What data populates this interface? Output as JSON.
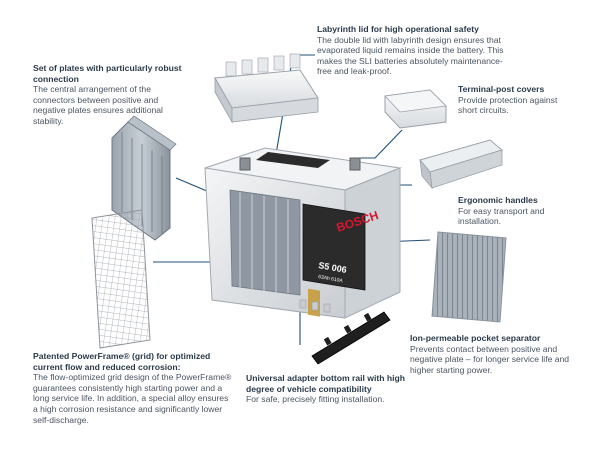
{
  "callouts": {
    "labyrinth": {
      "title": "Labyrinth lid for high operational safety",
      "body": "The double lid with labyrinth design ensures that evaporated liquid remains inside the battery. This makes the SLI batteries absolutely maintenance-free and leak-proof."
    },
    "plates": {
      "title": "Set of plates with particularly robust connection",
      "body": "The central arrangement of the connectors between positive and negative plates ensures additional stability."
    },
    "terminal": {
      "title": "Terminal-post covers",
      "body": "Provide protection against short circuits."
    },
    "handles": {
      "title": "Ergonomic handles",
      "body": "For easy transport and installation."
    },
    "separator": {
      "title": "Ion-permeable pocket separator",
      "body": "Prevents contact between positive and negative plate – for longer service life and higher starting power."
    },
    "powerframe": {
      "title": "Patented PowerFrame® (grid) for optimized current flow and reduced corrosion:",
      "body": "The flow-optimized grid design of the PowerFrame® guarantees consistently high starting power and a long service life. In addition, a special alloy ensures a high corrosion resistance and significantly lower self-discharge."
    },
    "railing": {
      "title": "Universal adapter bottom rail with high degree of vehicle compatibility",
      "body": "For safe, precisely fitting installation."
    }
  },
  "battery": {
    "brand": "BOSCH",
    "model": "S5 006",
    "spec": "63Ah 610A"
  },
  "colors": {
    "line": "#1f4f78",
    "brand_red": "#d3182e",
    "label_dark": "#2b2b2b",
    "grey": "#c4c9cf"
  }
}
